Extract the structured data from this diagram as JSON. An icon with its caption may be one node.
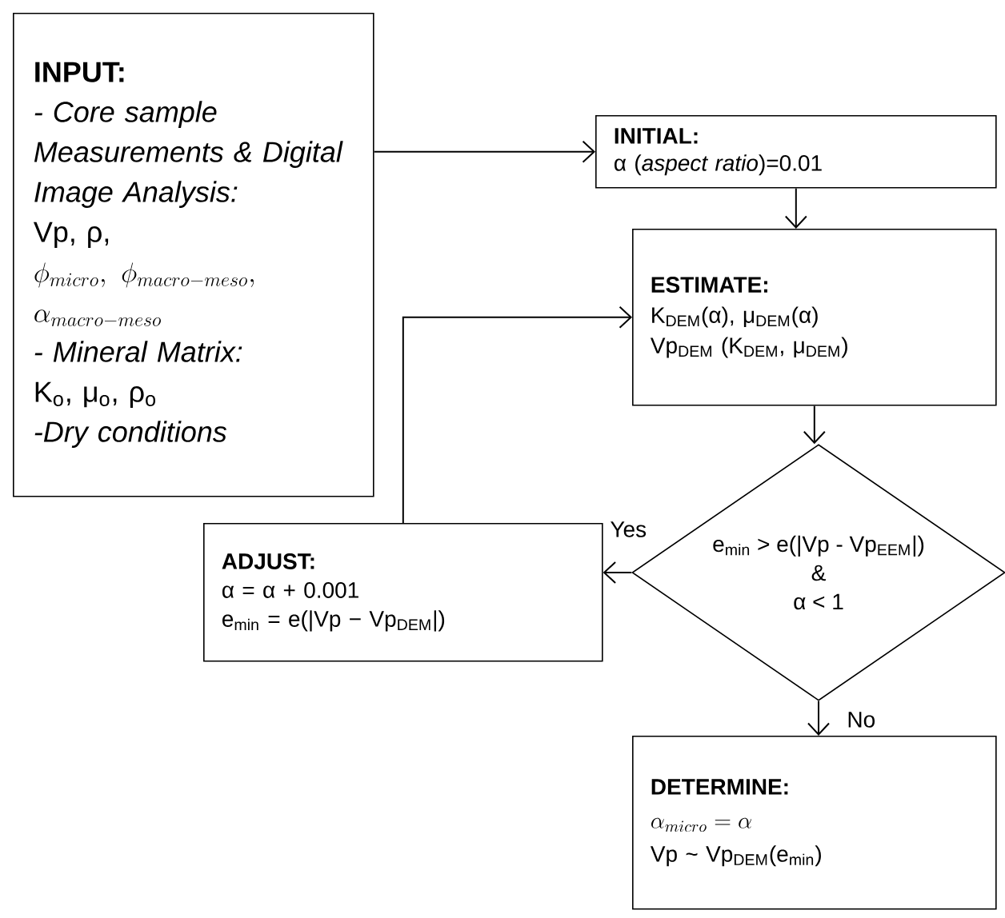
{
  "diagram": {
    "nodes": [
      {
        "text": [
          "INPUT:",
          "- Core sample Measurements & Digital Image Analysis:",
          "Vp, ρ,",
          "\\phi_{micro},\\ \\phi_{macro-meso},",
          "\\alpha_{macro-meso}",
          "- Mineral Matrix:",
          "K$_{o}$, μ$_{o}$, ρ$_{o}$",
          "-Dry conditions"
        ]
      },
      {
        "text": [
          "INITIAL:",
          "α (*aspect ratio*)=0.01"
        ]
      },
      {
        "text": [
          "ESTIMATE:",
          "K$_{DEM}$(α), μ$_{DEM}$(α)",
          "Vp$_{DEM}$ (K$_{DEM}$, μ$_{DEM}$)"
        ]
      },
      {
        "text": [
          "e$_{min}$ > e(|Vp - Vp$_{EEM}$|)",
          "&",
          "α < 1"
        ]
      },
      {
        "text": [
          "ADJUST:",
          "α = α + 0.001",
          "e$_{min}$ = e(|Vp − Vp$_{DEM}$|)"
        ]
      },
      {
        "text": [
          "DETERMINE:",
          "\\alpha_{micro} = \\alpha",
          "Vp ~ Vp$_{DEM}$(e$_{min}$)"
        ]
      }
    ],
    "edges": [
      {
        "from": 0,
        "to": 1,
        "arrow": "to"
      },
      {
        "from": 1,
        "to": 2,
        "arrow": "to"
      },
      {
        "from": 2,
        "to": 3,
        "arrow": "to"
      },
      {
        "from": 3,
        "to": 4,
        "arrow": "to",
        "label": "Yes"
      },
      {
        "from": 4,
        "to": 2,
        "arrow": "to"
      },
      {
        "from": 3,
        "to": 5,
        "arrow": "to",
        "label": "No"
      }
    ]
  }
}
